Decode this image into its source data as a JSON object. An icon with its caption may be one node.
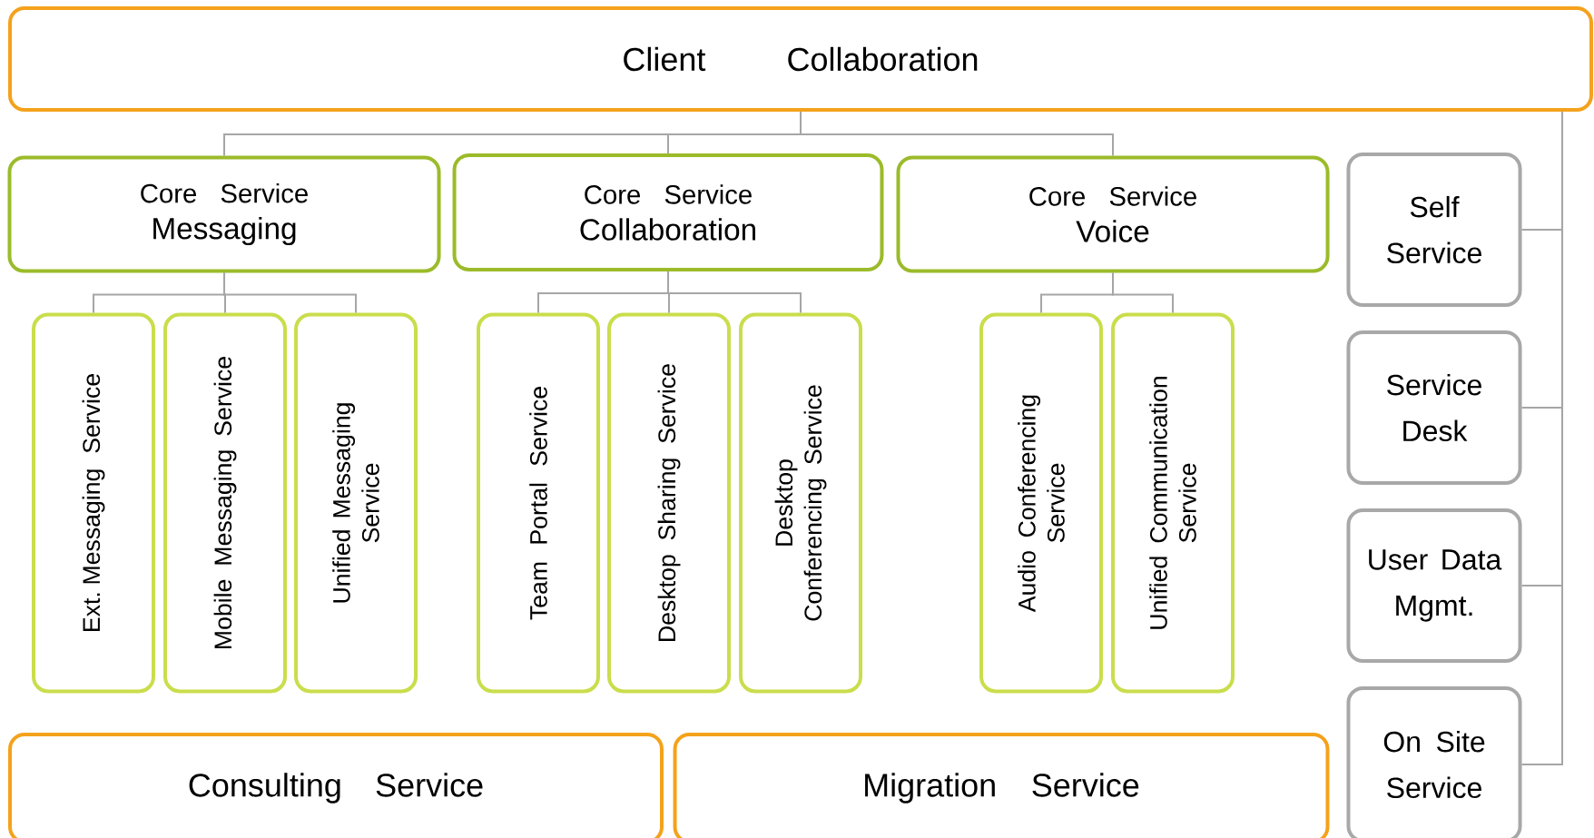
{
  "diagram": {
    "nodes": [
      {
        "text": [
          "Client Collaboration"
        ]
      },
      {
        "text": [
          "Core Service",
          "Messaging"
        ]
      },
      {
        "text": [
          "Core Service",
          "Collaboration"
        ]
      },
      {
        "text": [
          "Core Service",
          "Voice"
        ]
      },
      {
        "text": [
          "Ext. Messaging Service"
        ]
      },
      {
        "text": [
          "Mobile Messaging Service"
        ]
      },
      {
        "text": [
          "Unified Messaging Service"
        ]
      },
      {
        "text": [
          "Team Portal Service"
        ]
      },
      {
        "text": [
          "Desktop Sharing Service"
        ]
      },
      {
        "text": [
          "Desktop Conferencing Service"
        ]
      },
      {
        "text": [
          "Audio Conferencing Service"
        ]
      },
      {
        "text": [
          "Unified Communication Service"
        ]
      },
      {
        "text": [
          "Consulting Service"
        ]
      },
      {
        "text": [
          "Migration Service"
        ]
      },
      {
        "text": [
          "Self Service"
        ]
      },
      {
        "text": [
          "Service Desk"
        ]
      },
      {
        "text": [
          "User Data Mgmt."
        ]
      },
      {
        "text": [
          "On Site Service"
        ]
      }
    ],
    "edges": [
      {
        "from": 0,
        "to": 1,
        "arrow": "none"
      },
      {
        "from": 0,
        "to": 2,
        "arrow": "none"
      },
      {
        "from": 0,
        "to": 3,
        "arrow": "none"
      },
      {
        "from": 1,
        "to": 4,
        "arrow": "none"
      },
      {
        "from": 1,
        "to": 5,
        "arrow": "none"
      },
      {
        "from": 1,
        "to": 6,
        "arrow": "none"
      },
      {
        "from": 2,
        "to": 7,
        "arrow": "none"
      },
      {
        "from": 2,
        "to": 8,
        "arrow": "none"
      },
      {
        "from": 2,
        "to": 9,
        "arrow": "none"
      },
      {
        "from": 3,
        "to": 10,
        "arrow": "none"
      },
      {
        "from": 3,
        "to": 11,
        "arrow": "none"
      },
      {
        "from": 0,
        "to": 14,
        "arrow": "none"
      },
      {
        "from": 0,
        "to": 15,
        "arrow": "none"
      },
      {
        "from": 0,
        "to": 16,
        "arrow": "none"
      },
      {
        "from": 0,
        "to": 17,
        "arrow": "none"
      }
    ]
  }
}
